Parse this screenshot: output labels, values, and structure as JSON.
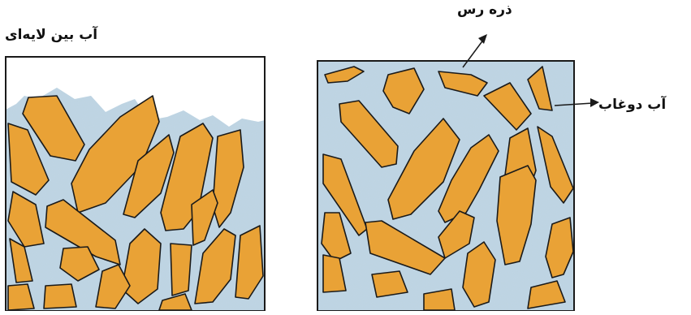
{
  "labels": {
    "interlayer_water": "آب بین لایه‌ای",
    "clay_particle": "ذره رس",
    "capillary_water": "آب دوغاب"
  },
  "colors": {
    "water": "#bcd3e2",
    "water_dark": "#9fbccd",
    "particle": "#e9a236",
    "outline": "#1a1a1a",
    "background": "#ffffff"
  }
}
